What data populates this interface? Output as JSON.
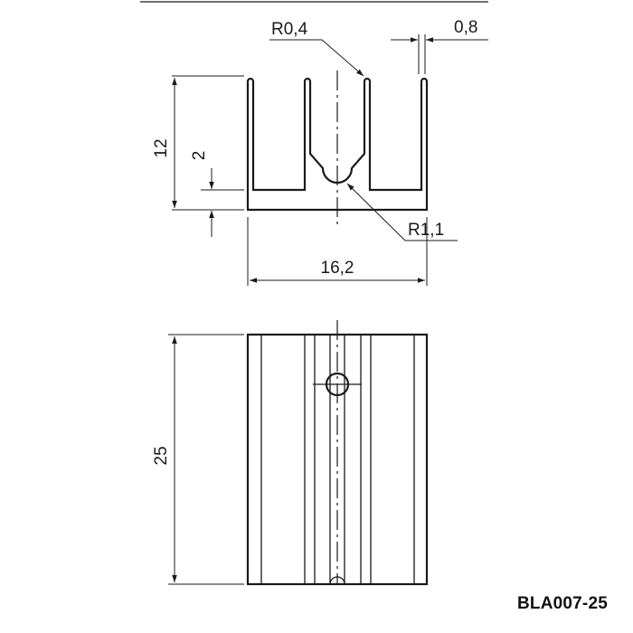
{
  "drawing": {
    "top_view": {
      "radius_fin_label": "R0,4",
      "fin_thickness_label": "0,8",
      "height_label": "12",
      "base_thickness_label": "2",
      "radius_slot_label": "R1,1",
      "width_label": "16,2"
    },
    "side_view": {
      "length_label": "25"
    },
    "part_code": "BLA007-25"
  }
}
